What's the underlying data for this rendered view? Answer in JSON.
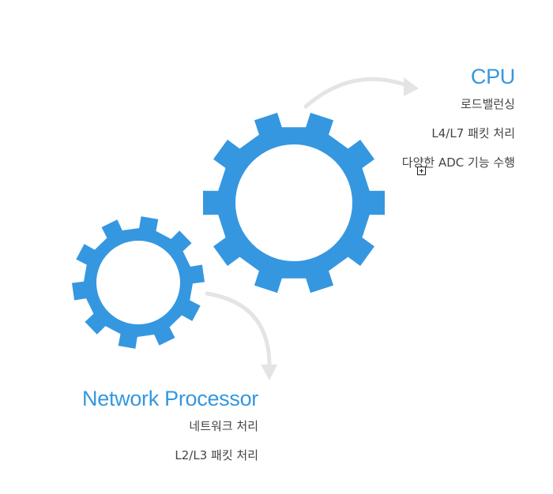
{
  "colors": {
    "accent": "#3597e0",
    "arrow": "#e4e4e4",
    "text": "#444444"
  },
  "cpu": {
    "title": "CPU",
    "items": [
      "로드밸런싱",
      "L4/L7 패킷 처리",
      "다양한 ADC 기능 수행"
    ]
  },
  "network_processor": {
    "title": "Network Processor",
    "items": [
      "네트워크 처리",
      "L2/L3 패킷 처리"
    ]
  },
  "icons": {
    "large_gear": "gear-icon",
    "small_gear": "gear-icon",
    "expand": "expand-plus-icon"
  }
}
